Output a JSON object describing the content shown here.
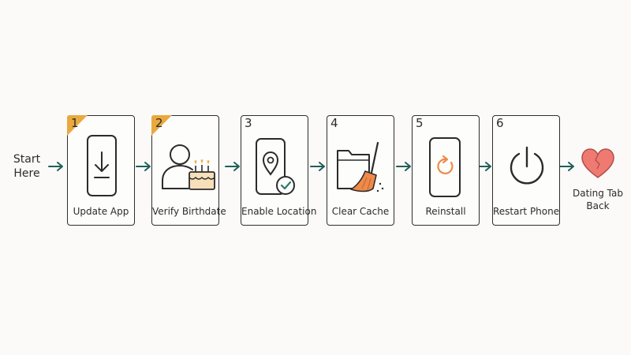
{
  "start_label": "Start Here",
  "end_label": "Dating Tab Back",
  "colors": {
    "accent_corner": "#e9a93e",
    "arrow": "#1f5f58",
    "heart": "#ef7a72",
    "refresh": "#ee8a4a",
    "check": "#2a7a6f"
  },
  "steps": [
    {
      "number": "1",
      "label": "Update App",
      "icon": "phone-download-icon",
      "highlighted": true
    },
    {
      "number": "2",
      "label": "Verify Birthdate",
      "icon": "person-birthday-cake-icon",
      "highlighted": true
    },
    {
      "number": "3",
      "label": "Enable Location",
      "icon": "phone-location-check-icon",
      "highlighted": false
    },
    {
      "number": "4",
      "label": "Clear Cache",
      "icon": "folder-broom-icon",
      "highlighted": false
    },
    {
      "number": "5",
      "label": "Reinstall",
      "icon": "phone-refresh-icon",
      "highlighted": false
    },
    {
      "number": "6",
      "label": "Restart Phone",
      "icon": "power-icon",
      "highlighted": false
    }
  ],
  "end_icon": "heart-icon"
}
